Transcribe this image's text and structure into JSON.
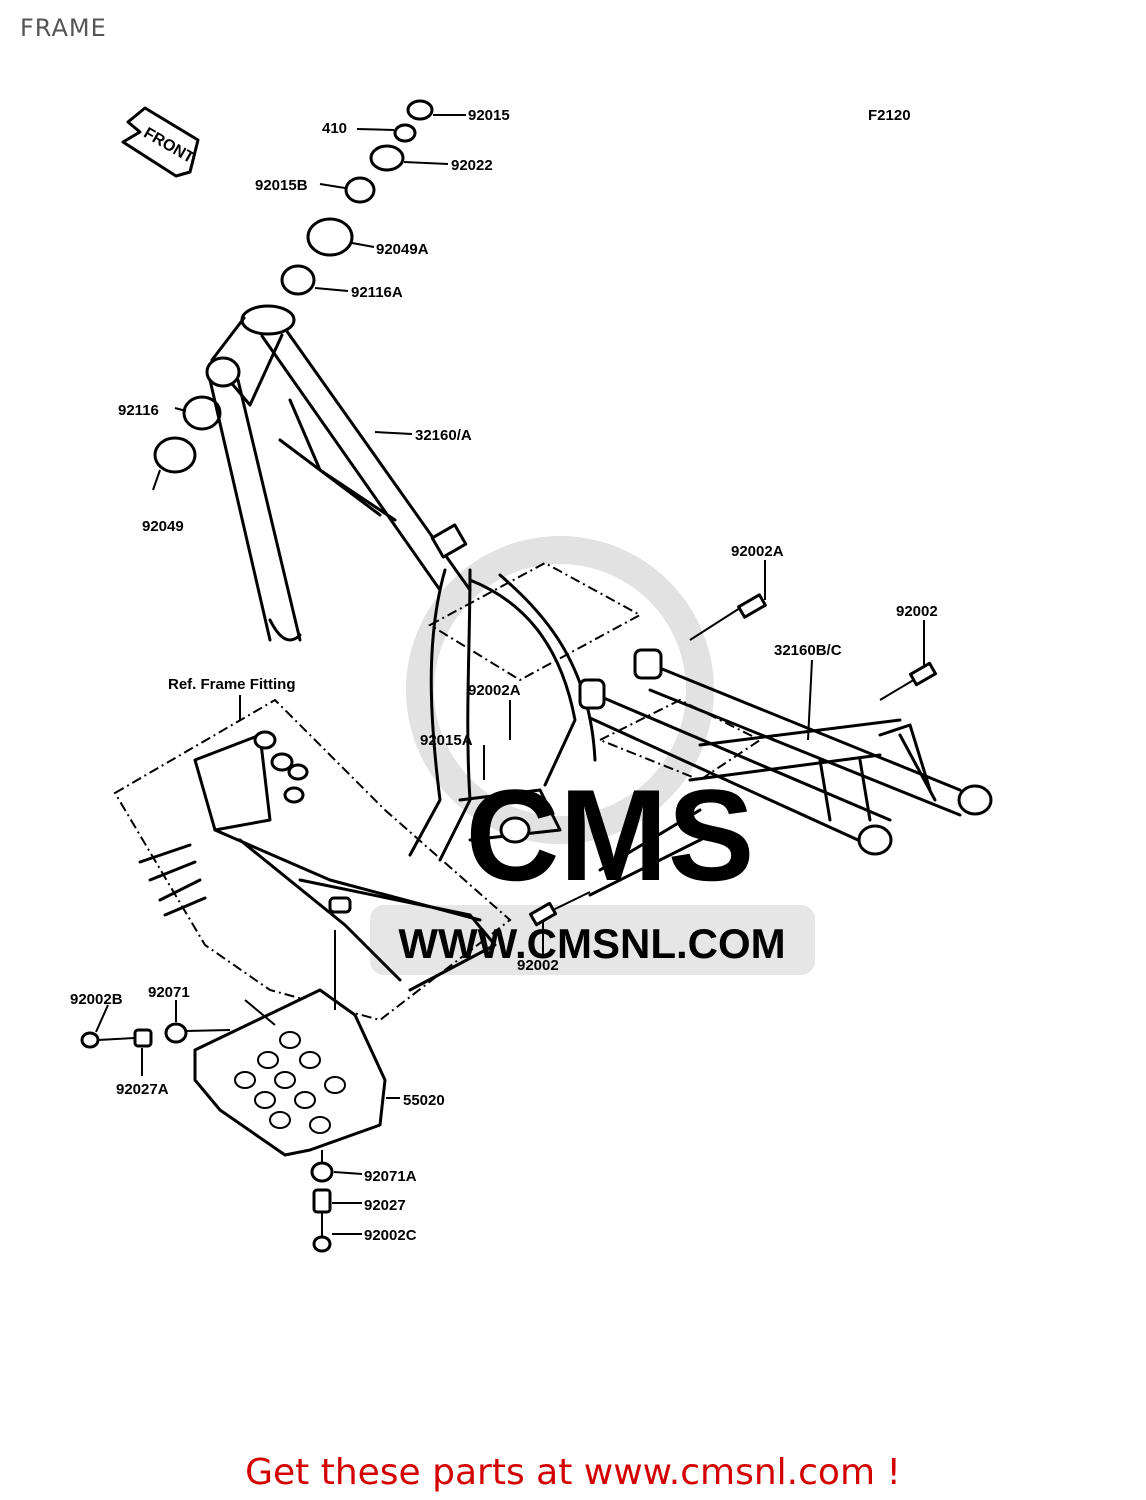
{
  "page": {
    "title": "FRAME",
    "figure_code": "F2120",
    "front_label": "FRONT",
    "ref_label": "Ref. Frame Fitting",
    "watermark_domain": "WWW.CMSNL.COM",
    "watermark_brand": "CMS",
    "promo": "Get these parts at www.cmsnl.com !"
  },
  "parts": {
    "p92015": "92015",
    "p410": "410",
    "p92022": "92022",
    "p92015B": "92015B",
    "p92049A": "92049A",
    "p92116A": "92116A",
    "p92116": "92116",
    "p32160A": "32160/A",
    "p92049": "92049",
    "p92002A_top": "92002A",
    "p92002_right": "92002",
    "p32160BC": "32160B/C",
    "p92002A_mid": "92002A",
    "p92015A": "92015A",
    "p92002_bottom": "92002",
    "p92002B": "92002B",
    "p92071": "92071",
    "p92027A": "92027A",
    "p55020": "55020",
    "p92071A": "92071A",
    "p92027": "92027",
    "p92002C": "92002C"
  }
}
